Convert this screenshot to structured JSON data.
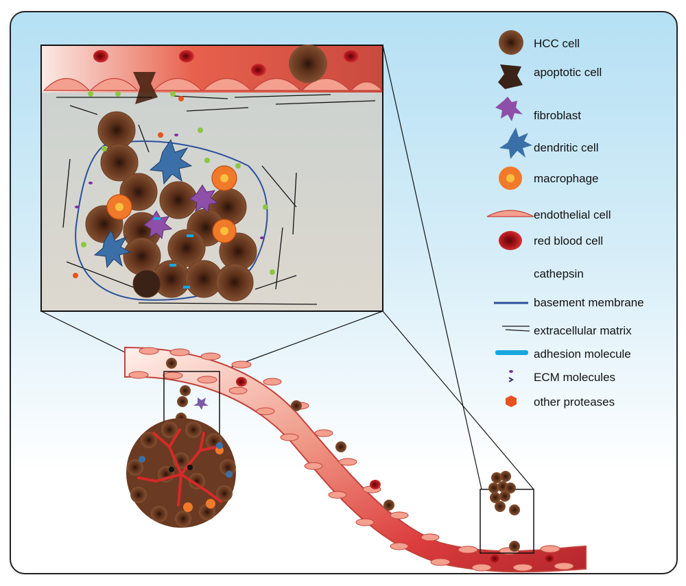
{
  "legend": {
    "hcc_cell": "HCC cell",
    "apoptotic_cell": "apoptotic cell",
    "fibroblast": "fibroblast",
    "dendritic_cell": "dendritic cell",
    "macrophage": "macrophage",
    "endothelial_cell": "endothelial cell",
    "red_blood_cell": "red blood cell",
    "cathepsin": "cathepsin",
    "basement_membrane": "basement membrane",
    "extracellular_matrix": "extracellular matrix",
    "adhesion_molecule": "adhesion molecule",
    "ecm_molecules": "ECM molecules",
    "other_proteases": "other proteases"
  },
  "colors": {
    "hcc": "#6b3a22",
    "rbc": "#b0161c",
    "endothelial": "#f4a08e",
    "fibroblast": "#8e4fa8",
    "dendritic": "#3b6fa8",
    "macrophage": "#f07a2a",
    "cathepsin": "#8cc63f",
    "basement": "#2b4f9c",
    "adhesion": "#17a7e0",
    "ecm_purple": "#7b2f9c",
    "protease": "#e8521e"
  }
}
